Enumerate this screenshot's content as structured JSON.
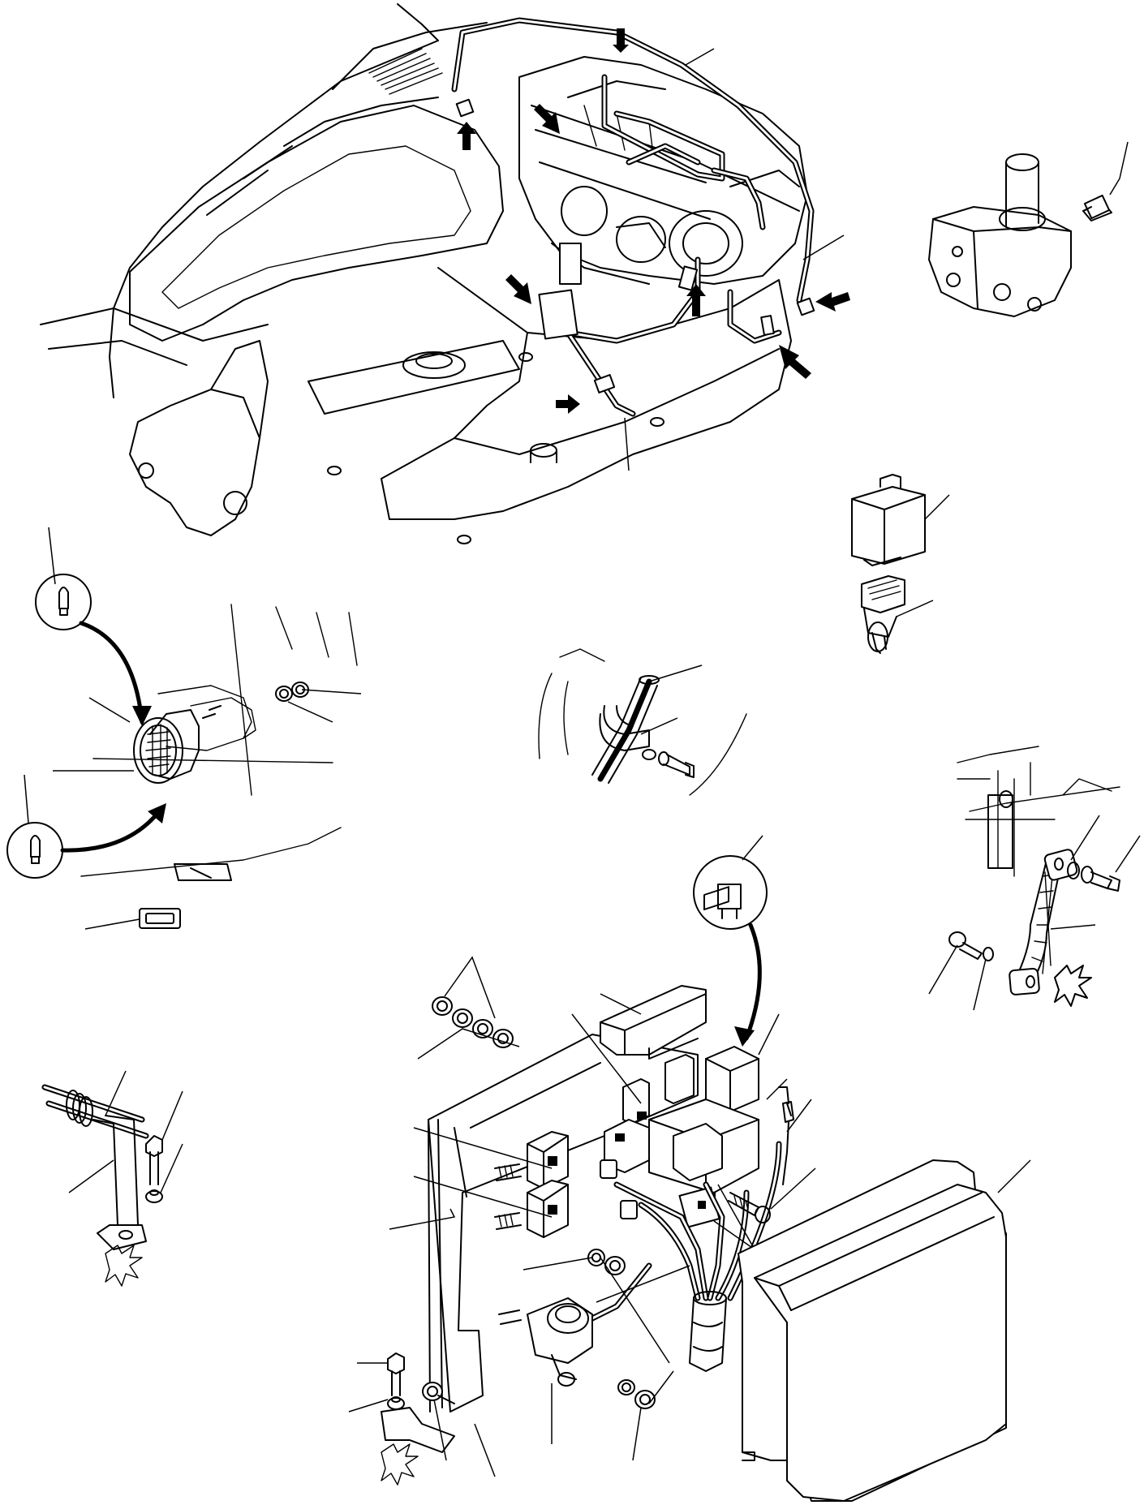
{
  "figure": {
    "kind": "exploded parts diagram",
    "style": "black line art on white",
    "colors": {
      "ink": "#000000",
      "paper": "#ffffff"
    }
  },
  "regions": [
    {
      "id": "machine-overview",
      "icon": "excavator-chassis-wiring"
    },
    {
      "id": "pressure-switch",
      "icon": "valve-with-switch"
    },
    {
      "id": "relay-and-socket",
      "icon": "relay"
    },
    {
      "id": "work-lamp",
      "icon": "lamp-with-bulbs"
    },
    {
      "id": "harness-clamp",
      "icon": "pipe-clamp"
    },
    {
      "id": "ground-strap",
      "icon": "ground-strap"
    },
    {
      "id": "pipe-bracket",
      "icon": "bent-pipe-bracket"
    },
    {
      "id": "fuse-relay-panel",
      "icon": "electrical-panel"
    },
    {
      "id": "controller-box",
      "icon": "controller-unit"
    }
  ],
  "callouts": {
    "arrow_count": 10,
    "leader_line_count": 41,
    "text_labels": []
  }
}
